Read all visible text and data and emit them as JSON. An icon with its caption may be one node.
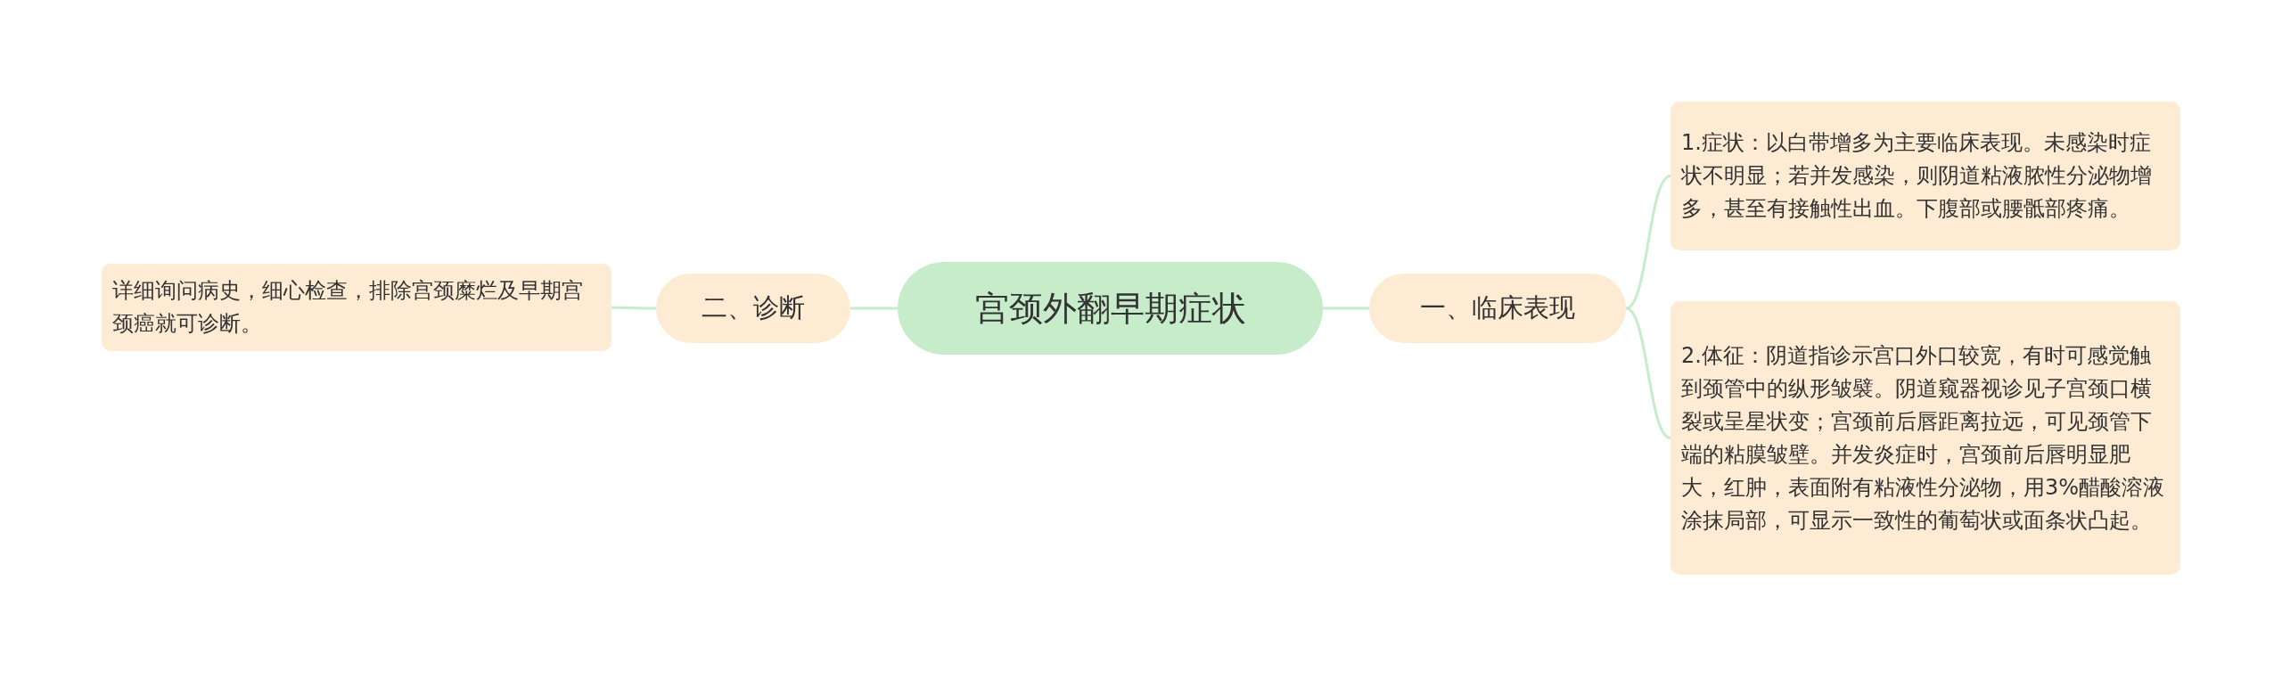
{
  "diagram": {
    "nodes": [
      {
        "text": [
          "宫颈外翻早期症状"
        ]
      },
      {
        "text": [
          "一、临床表现"
        ]
      },
      {
        "text": [
          "1.症状：以白带增多为主要临床表现。未感染时症状不明显；若并发感染，则阴道粘液脓性分泌物增多，甚至有接触性出血。下腹部或腰骶部疼痛。"
        ]
      },
      {
        "text": [
          "2.体征：阴道指诊示宫口外口较宽，有时可感觉触到颈管中的纵形皱襞。阴道窥器视诊见子宫颈口横裂或呈星状变；宫颈前后唇距离拉远，可见颈管下端的粘膜皱壁。并发炎症时，宫颈前后唇明显肥大，红肿，表面附有粘液性分泌物，用3%醋酸溶液涂抹局部，可显示一致性的葡萄状或面条状凸起。"
        ]
      },
      {
        "text": [
          "二、诊断"
        ]
      },
      {
        "text": [
          "详细询问病史，细心检查，排除宫颈糜烂及早期宫颈癌就可诊断。"
        ]
      }
    ],
    "edges": [
      {
        "from": 0,
        "to": 1,
        "arrow": "none"
      },
      {
        "from": 1,
        "to": 2,
        "arrow": "none"
      },
      {
        "from": 1,
        "to": 3,
        "arrow": "none"
      },
      {
        "from": 0,
        "to": 4,
        "arrow": "none"
      },
      {
        "from": 4,
        "to": 5,
        "arrow": "none"
      }
    ]
  }
}
